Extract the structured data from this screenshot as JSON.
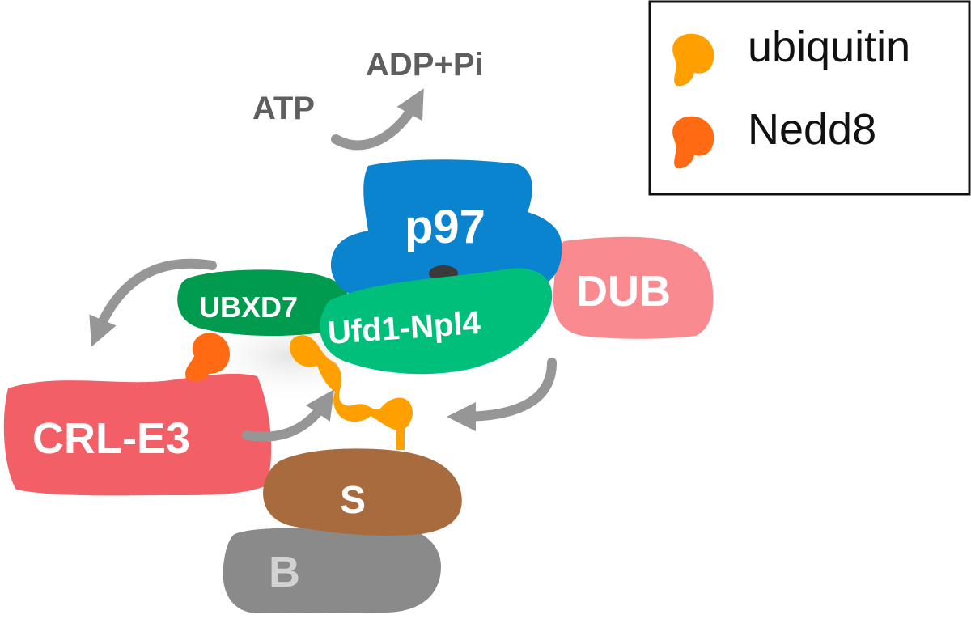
{
  "labels": {
    "atp": "ATP",
    "adp": "ADP+Pi",
    "p97": "p97",
    "ubxd7": "UBXD7",
    "ufd1": "Ufd1-Npl4",
    "dub": "DUB",
    "crl": "CRL-E3",
    "s": "S",
    "b": "B"
  },
  "legend": {
    "items": [
      {
        "label": "ubiquitin",
        "color": "#ffa000"
      },
      {
        "label": "Nedd8",
        "color": "#ff6a13"
      }
    ]
  },
  "colors": {
    "p97": "#0a84cf",
    "ubxd7": "#009b4e",
    "ufd1": "#00bf7a",
    "dub": "#f98a8f",
    "crl": "#f35f66",
    "substrate": "#a86b3e",
    "b": "#8a8a8a",
    "arrow": "#969696",
    "text_dark": "#5e5e5e"
  }
}
